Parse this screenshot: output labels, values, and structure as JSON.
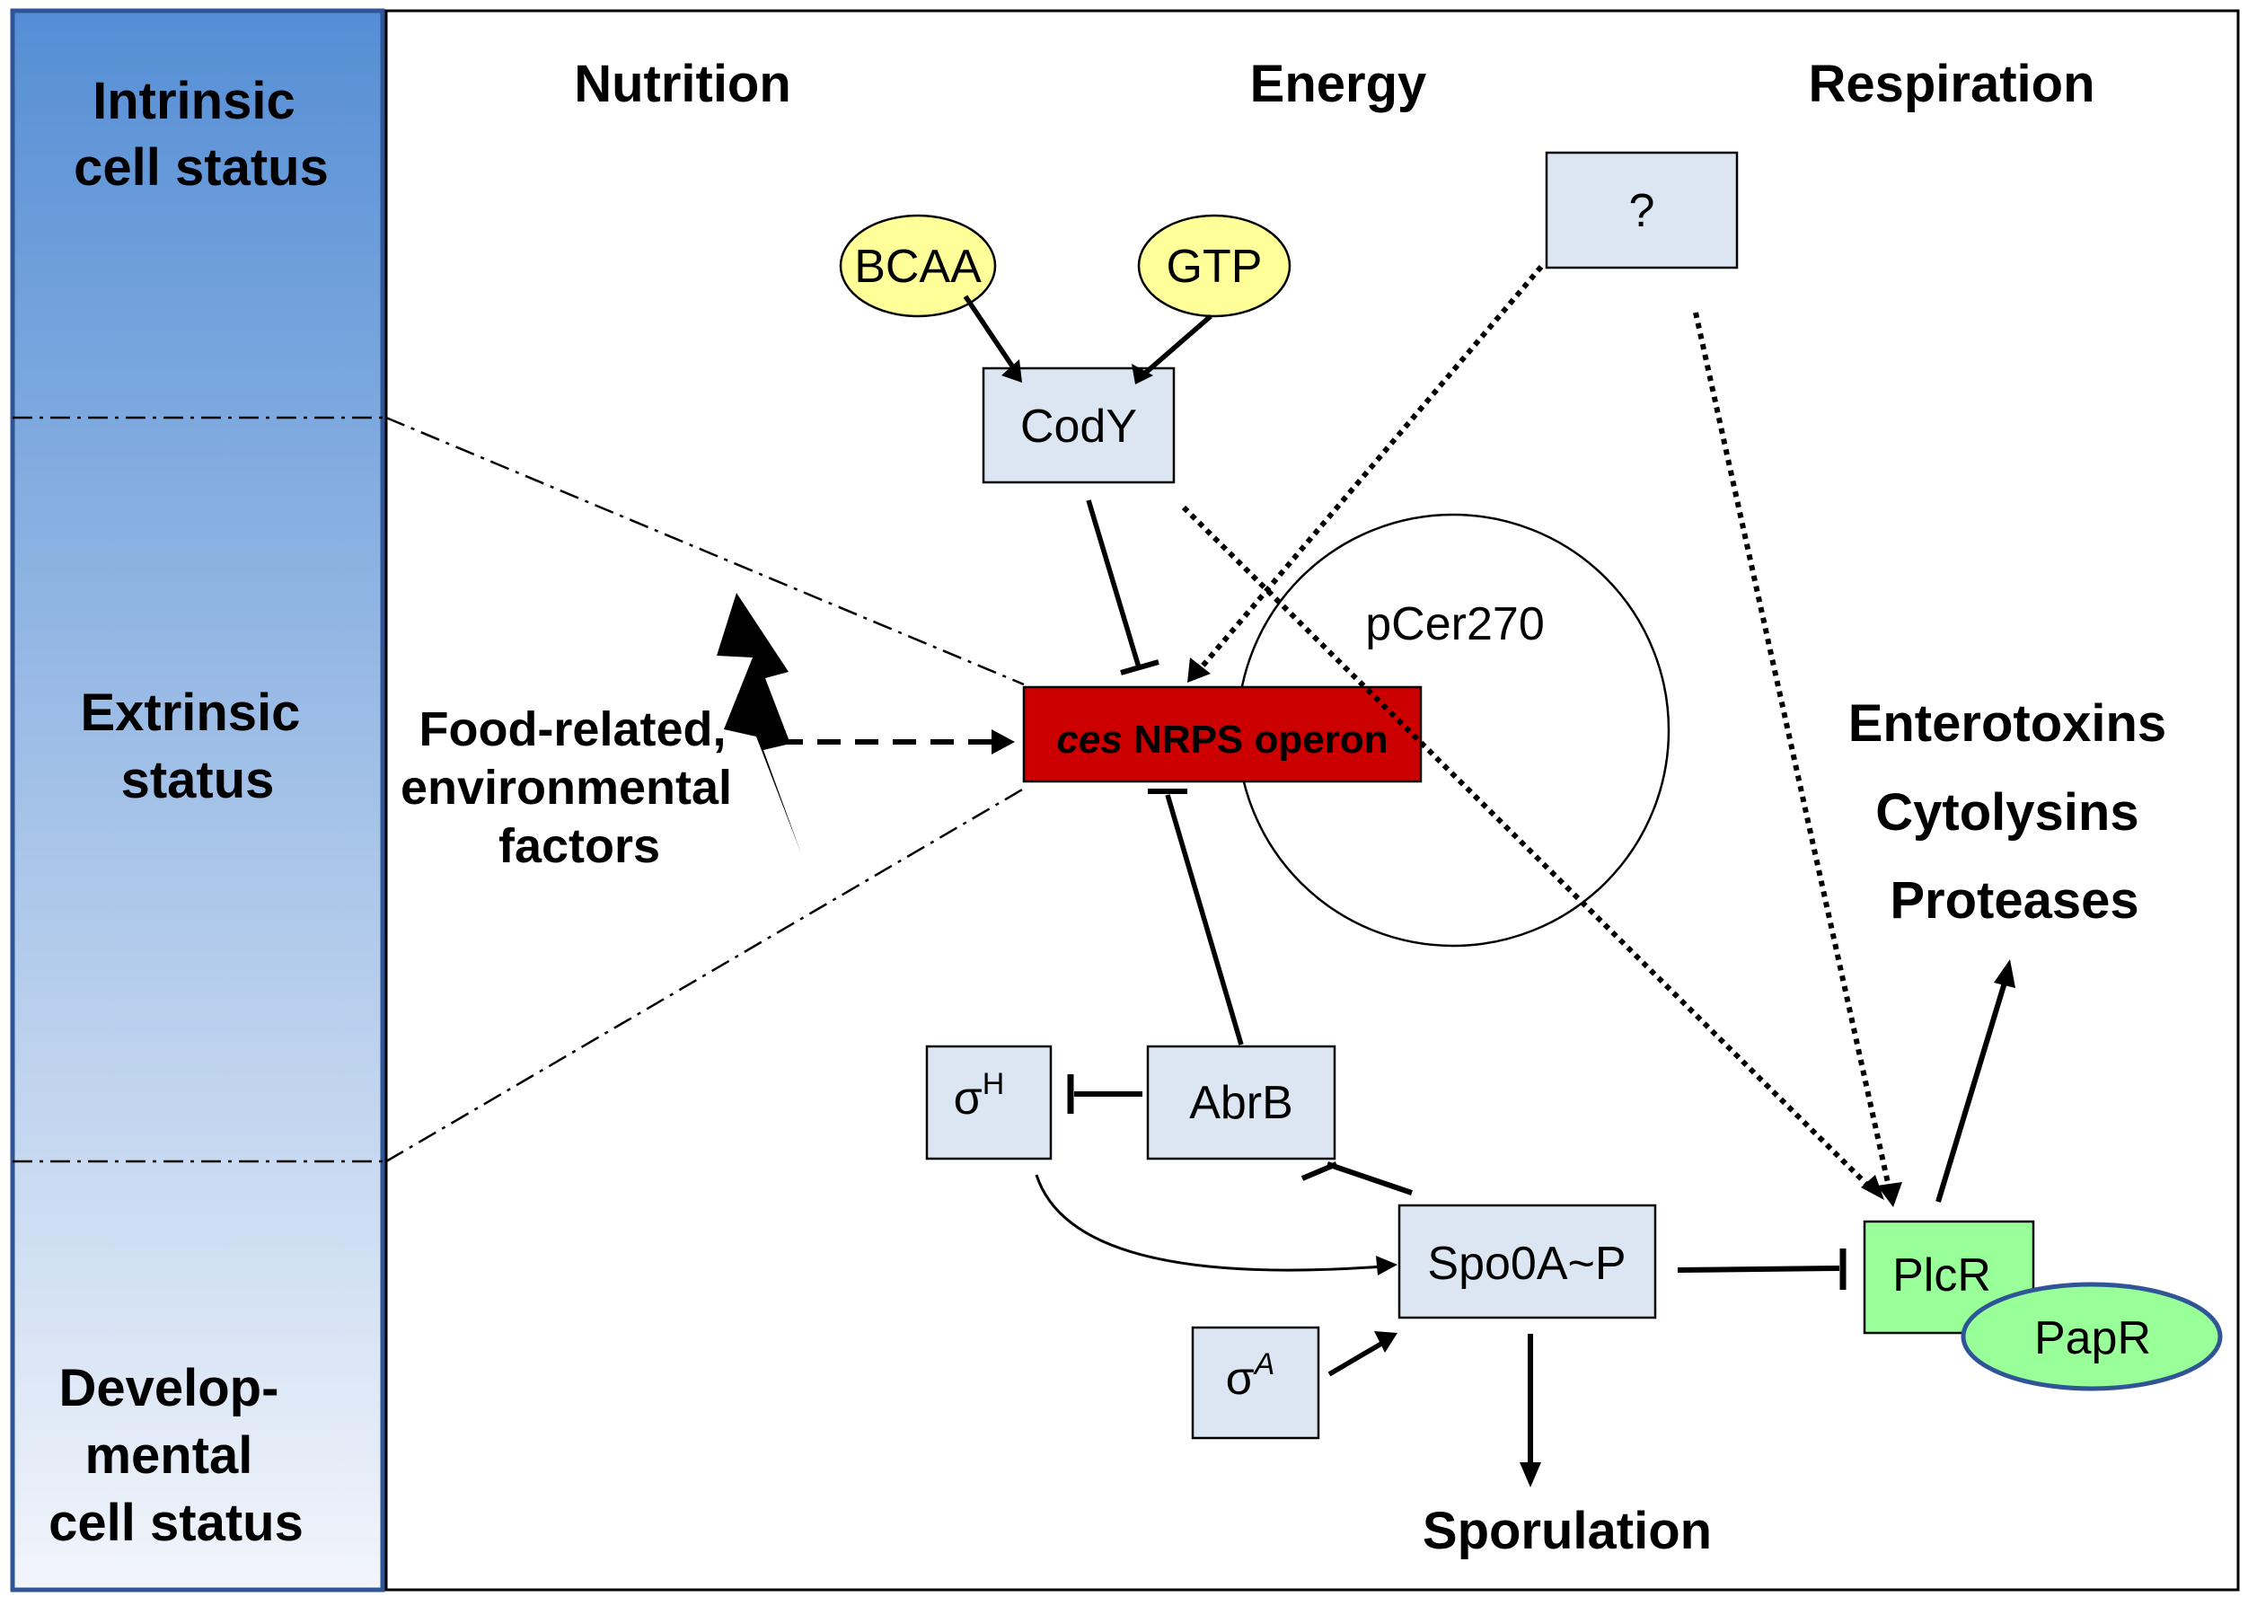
{
  "sidebar": {
    "sections": [
      {
        "lines": [
          "Intrinsic",
          "cell status"
        ]
      },
      {
        "lines": [
          "Extrinsic",
          "status"
        ]
      },
      {
        "lines": [
          "Develop-",
          "mental",
          "cell status"
        ]
      }
    ],
    "gradient_top": "#558ed5",
    "gradient_bottom": "#f2f5fb",
    "border_color": "#2f5597"
  },
  "headers": {
    "nutrition": "Nutrition",
    "energy": "Energy",
    "respiration": "Respiration"
  },
  "nodes": {
    "bcaa": "BCAA",
    "gtp": "GTP",
    "cody": "CodY",
    "unknown": "?",
    "operon_italic": "ces",
    "operon_rest": " NRPS operon",
    "plasmid": "pCer270",
    "sigma_h": "σ",
    "sigma_h_sup": "H",
    "abrb": "AbrB",
    "spo0a": "Spo0A~P",
    "sigma_a": "σ",
    "sigma_a_sup": "A",
    "plcr": "PlcR",
    "papr": "PapR"
  },
  "factors": {
    "lines": [
      "Food-related,",
      "environmental",
      "factors"
    ]
  },
  "outputs": {
    "lines": [
      "Enterotoxins",
      "Cytolysins",
      "Proteases"
    ],
    "sporulation": "Sporulation"
  },
  "colors": {
    "box_fill": "#dce6f2",
    "ellipse_fill": "#ffff99",
    "operon_fill": "#cc0000",
    "plcr_fill": "#99ff99",
    "papr_stroke": "#2f5597"
  }
}
